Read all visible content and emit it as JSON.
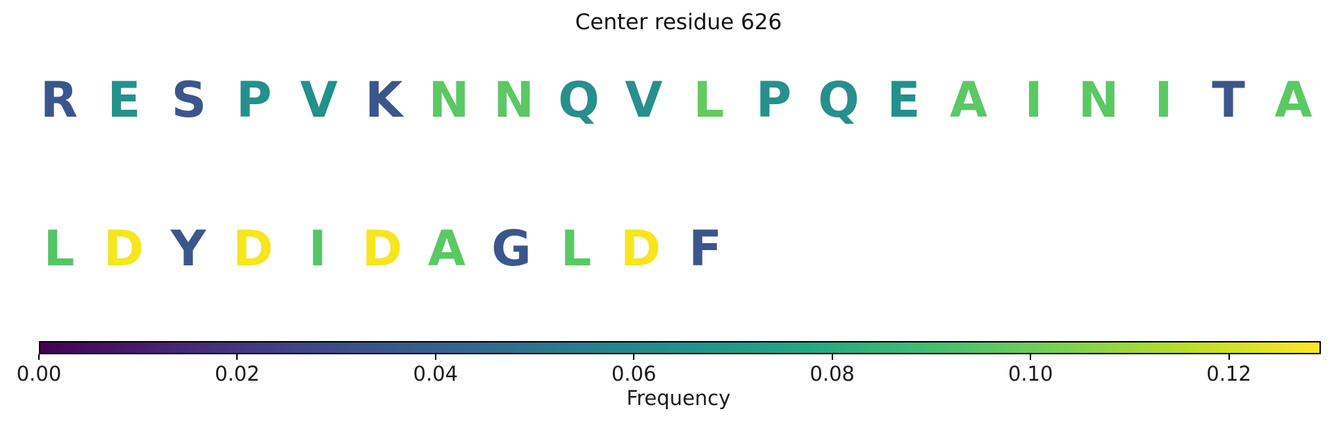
{
  "title": "Center residue 626",
  "rows": [
    {
      "name": "sequence-row-1",
      "letters": [
        {
          "char": "R",
          "color": "#3b568c",
          "freq": 0.035
        },
        {
          "char": "E",
          "color": "#26918c",
          "freq": 0.062
        },
        {
          "char": "S",
          "color": "#3b568c",
          "freq": 0.035
        },
        {
          "char": "P",
          "color": "#23908c",
          "freq": 0.064
        },
        {
          "char": "V",
          "color": "#21918c",
          "freq": 0.064
        },
        {
          "char": "K",
          "color": "#3b568c",
          "freq": 0.035
        },
        {
          "char": "N",
          "color": "#5ac963",
          "freq": 0.096
        },
        {
          "char": "N",
          "color": "#5ac963",
          "freq": 0.096
        },
        {
          "char": "Q",
          "color": "#288f8c",
          "freq": 0.062
        },
        {
          "char": "V",
          "color": "#288f8c",
          "freq": 0.062
        },
        {
          "char": "L",
          "color": "#62cb5f",
          "freq": 0.098
        },
        {
          "char": "P",
          "color": "#288f8c",
          "freq": 0.062
        },
        {
          "char": "Q",
          "color": "#288f8c",
          "freq": 0.062
        },
        {
          "char": "E",
          "color": "#23908c",
          "freq": 0.063
        },
        {
          "char": "A",
          "color": "#5ac963",
          "freq": 0.096
        },
        {
          "char": "I",
          "color": "#5ac963",
          "freq": 0.096
        },
        {
          "char": "N",
          "color": "#5ac963",
          "freq": 0.096
        },
        {
          "char": "I",
          "color": "#5ac963",
          "freq": 0.096
        },
        {
          "char": "T",
          "color": "#3b568c",
          "freq": 0.035
        },
        {
          "char": "A",
          "color": "#5ac963",
          "freq": 0.096
        }
      ]
    },
    {
      "name": "sequence-row-2",
      "letters": [
        {
          "char": "L",
          "color": "#55c568",
          "freq": 0.093
        },
        {
          "char": "D",
          "color": "#f6e61f",
          "freq": 0.126
        },
        {
          "char": "Y",
          "color": "#3b568c",
          "freq": 0.035
        },
        {
          "char": "D",
          "color": "#f6e61f",
          "freq": 0.126
        },
        {
          "char": "I",
          "color": "#55c568",
          "freq": 0.093
        },
        {
          "char": "D",
          "color": "#f6e61f",
          "freq": 0.126
        },
        {
          "char": "A",
          "color": "#5ac963",
          "freq": 0.096
        },
        {
          "char": "G",
          "color": "#3b568c",
          "freq": 0.035
        },
        {
          "char": "L",
          "color": "#5ac963",
          "freq": 0.096
        },
        {
          "char": "D",
          "color": "#f6e61f",
          "freq": 0.126
        },
        {
          "char": "F",
          "color": "#3b568c",
          "freq": 0.035
        }
      ]
    }
  ],
  "colorbar": {
    "label": "Frequency",
    "ticks": [
      "0.00",
      "0.02",
      "0.04",
      "0.06",
      "0.08",
      "0.10",
      "0.12"
    ],
    "tick_values": [
      0.0,
      0.02,
      0.04,
      0.06,
      0.08,
      0.1,
      0.12
    ],
    "vmin": 0.0,
    "vmax": 0.129,
    "colormap": "viridis",
    "start_color": "#440154",
    "end_color": "#fde725"
  },
  "chart_data": {
    "type": "heatmap",
    "title": "Center residue 626",
    "colorbar_label": "Frequency",
    "colorbar_range": [
      0.0,
      0.129
    ],
    "colorbar_ticks": [
      0.0,
      0.02,
      0.04,
      0.06,
      0.08,
      0.1,
      0.12
    ],
    "colormap": "viridis",
    "legend_position": "bottom",
    "series": [
      {
        "name": "row-1",
        "sequence": "RESPVKNNQVLPQEAINITA",
        "frequencies": [
          0.035,
          0.062,
          0.035,
          0.064,
          0.064,
          0.035,
          0.096,
          0.096,
          0.062,
          0.062,
          0.098,
          0.062,
          0.062,
          0.063,
          0.096,
          0.096,
          0.096,
          0.096,
          0.035,
          0.096
        ]
      },
      {
        "name": "row-2",
        "sequence": "LDYDIDAGLDF",
        "frequencies": [
          0.093,
          0.126,
          0.035,
          0.126,
          0.093,
          0.126,
          0.096,
          0.035,
          0.096,
          0.126,
          0.035
        ]
      }
    ]
  }
}
